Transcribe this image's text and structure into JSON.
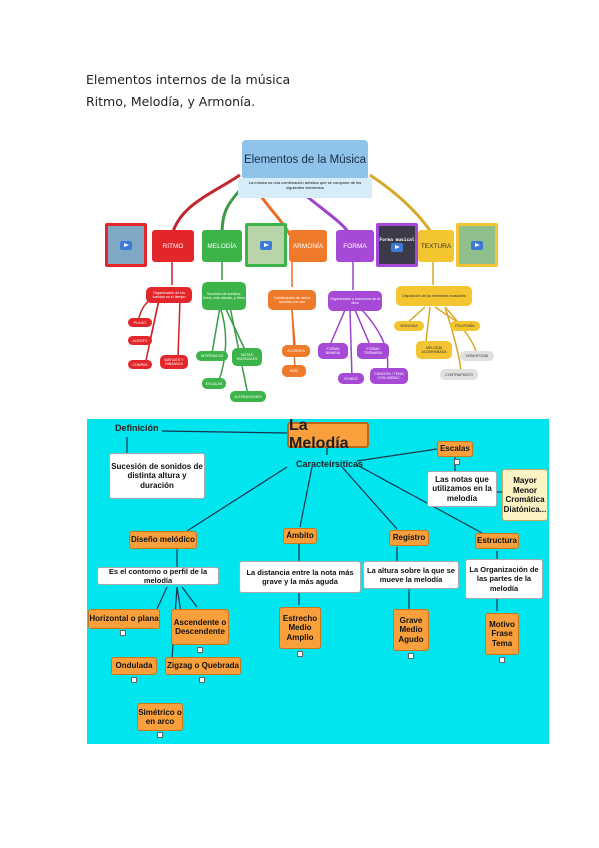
{
  "document": {
    "heading_1": "Elementos internos de la música",
    "heading_2": "Ritmo, Melodía, y Armonía."
  },
  "map1": {
    "title": "Elementos de la Música",
    "subtitle": "La música es una combinación artística que se compone de los siguientes elementos",
    "branches": [
      {
        "label": "RITMO",
        "desc": "Organización de los sonidos en el tiempo",
        "items": [
          "PULSO",
          "ACENTO",
          "COMPAS",
          "MATICES Y DINÁMICA"
        ],
        "color": "#e3262a"
      },
      {
        "label": "MELODÍA",
        "desc": "Sucesión de sonidos, fuera, más alturas, y ritmo",
        "items": [
          "INTERVALOS",
          "ESCALAS",
          "NOTAS MUSICALES",
          "ALTERACIONES"
        ],
        "color": "#3db44a"
      },
      {
        "label": "ARMONÍA",
        "desc": "Combinación de varios sonidos a la vez",
        "items": [
          "ACORDES",
          "RAÍZ"
        ],
        "color": "#f07a2c"
      },
      {
        "label": "FORMA",
        "desc": "Organización y estructura de la obra",
        "items": [
          "FORMA BINARIA",
          "FORMA TERNARIA",
          "RONDÓ",
          "CANCIÓN / TEMA CON VARIAC."
        ],
        "color": "#a649d6"
      },
      {
        "label": "TEXTURA",
        "desc": "Disposición de los elementos musicales",
        "items": [
          "MONODIA",
          "POLIFONÍA",
          "MELODÍA ACOMPAÑADA",
          "HOMOFONÍA",
          "CONTRAPUNTO"
        ],
        "color": "#f2c531"
      }
    ],
    "thumb_texts": [
      "Forma musical"
    ]
  },
  "map2": {
    "title": "La Melodía",
    "definition_label": "Definición",
    "definition": "Sucesión de sonidos de distinta altura y duración",
    "characteristics": "Caracteirsiticas",
    "escalas": "Escalas",
    "escalas_desc": "Las notas que utilizamos en la melodía",
    "escalas_types": "Mayor\nMenor\nCromática\nDiatónica...",
    "diseno": "Diseño melódico",
    "diseno_desc": "Es el contorno o perfil de la melodía",
    "horizontal": "Horizontal o plana",
    "ascendente": "Ascendente o Descendente",
    "ondulada": "Ondulada",
    "zigzag": "Zigzag o Quebrada",
    "simetrico": "Simétrico o en arco",
    "ambito": "Ámbito",
    "ambito_desc": "La distancia entre la nota más grave y la más aguda",
    "ambito_types": "Estrecho\nMedio\nAmplio",
    "registro": "Registro",
    "registro_desc": "La altura sobre la que se mueve la melodía",
    "registro_types": "Grave\nMedio\nAgudo",
    "estructura": "Estructura",
    "estructura_desc": "La Organización de las partes de la melodía",
    "estructura_types": "Motivo\nFrase\nTema"
  }
}
